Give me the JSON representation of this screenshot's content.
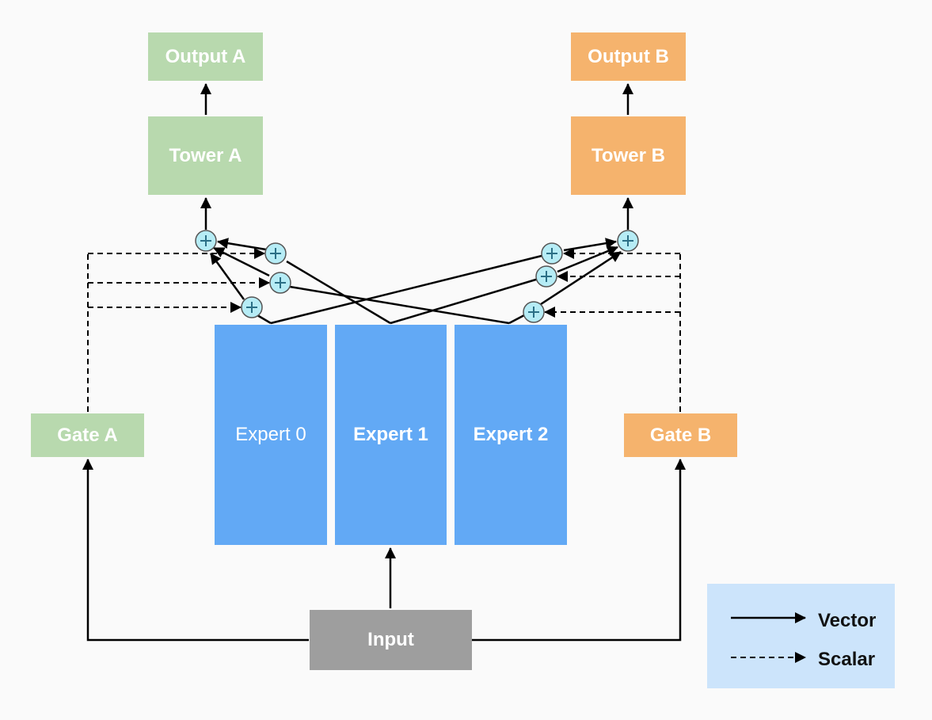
{
  "nodes": {
    "output_a": "Output A",
    "output_b": "Output B",
    "tower_a": "Tower A",
    "tower_b": "Tower B",
    "gate_a": "Gate A",
    "gate_b": "Gate B",
    "expert_0": "Expert 0",
    "expert_1": "Expert 1",
    "expert_2": "Expert 2",
    "input": "Input"
  },
  "legend": {
    "vector": "Vector",
    "scalar": "Scalar"
  },
  "colors": {
    "task_a": "#b8d9ae",
    "task_b": "#f5b36d",
    "expert": "#62a9f5",
    "input": "#9e9e9e",
    "legend_bg": "#cce4fb",
    "combiner": "#b6ecf5"
  }
}
